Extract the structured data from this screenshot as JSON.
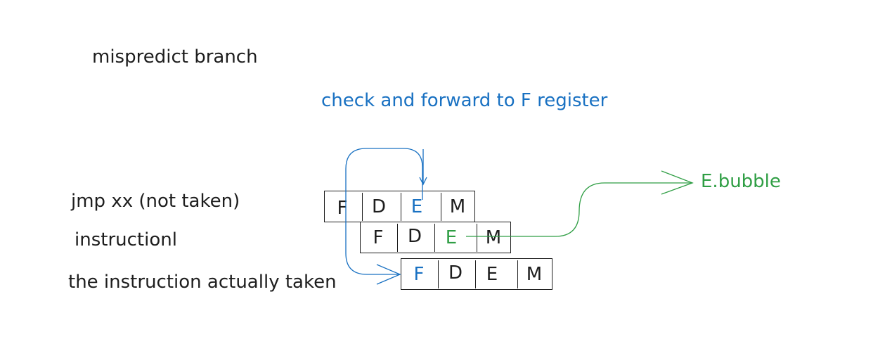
{
  "title": "mispredict branch",
  "annotation_forward": "check and forward to F register",
  "annotation_bubble": "E.bubble",
  "rows": [
    {
      "label": "jmp xx (not taken)",
      "stages": [
        "F",
        "D",
        "E",
        "M"
      ]
    },
    {
      "label": "instructionl",
      "stages": [
        "F",
        "D",
        "E",
        "M"
      ]
    },
    {
      "label": "the instruction actually taken",
      "stages": [
        "F",
        "D",
        "E",
        "M"
      ]
    }
  ],
  "colors": {
    "text": "#1e1e1e",
    "forward": "#1971c2",
    "bubble": "#2f9e44"
  }
}
